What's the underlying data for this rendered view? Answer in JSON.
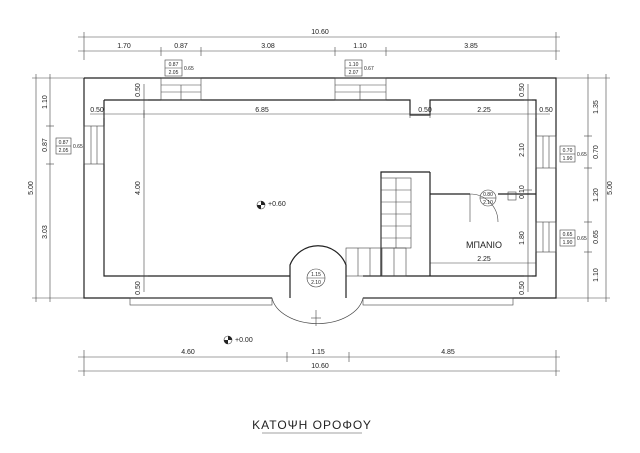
{
  "title": "ΚΑΤΟΨΗ ΟΡΟΦΟΥ",
  "room_label": "ΜΠΑΝΙΟ",
  "levels": {
    "upper": "+0.60",
    "ground": "+0.00"
  },
  "top_dims": {
    "total": "10.60",
    "segments": [
      "1.70",
      "0.87",
      "3.08",
      "1.10",
      "3.85"
    ]
  },
  "bottom_dims": {
    "total": "10.60",
    "segments": [
      "4.60",
      "1.15",
      "4.85"
    ]
  },
  "left_dims": {
    "total": "5.00",
    "segments": [
      "1.10",
      "0.87",
      "3.03"
    ]
  },
  "right_dims": {
    "total": "5.00",
    "segments": [
      "1.35",
      "0.70",
      "1.20",
      "0.65",
      "1.10"
    ]
  },
  "inner_dims": {
    "main_width": "6.85",
    "left_wall": "0.50",
    "mid_wall": "0.50",
    "bath_width_top": "2.25",
    "right_wall": "0.50",
    "top_wall": "0.50",
    "main_height": "4.00",
    "bottom_wall": "0.50",
    "bath_h1": "2.10",
    "bath_gap": "0.10",
    "bath_h2": "1.80",
    "bath_width_bottom": "2.25",
    "right_top_wall": "0.50",
    "right_bottom_wall": "0.50"
  },
  "windows": {
    "top_left": {
      "w": "0.87",
      "h": "2.05",
      "sill": "0.65"
    },
    "top_right": {
      "w": "1.10",
      "h": "2.07",
      "sill": "0.67"
    },
    "left": {
      "w": "0.87",
      "h": "2.05",
      "sill": "0.65"
    },
    "right_top": {
      "w": "0.70",
      "h": "1.90",
      "sill": "0.65"
    },
    "right_bottom": {
      "w": "0.65",
      "h": "1.90",
      "sill": "0.65"
    }
  },
  "doors": {
    "bath": {
      "w": "0.80",
      "h": "2.10"
    },
    "entry": {
      "w": "1.15",
      "h": "2.10"
    }
  }
}
